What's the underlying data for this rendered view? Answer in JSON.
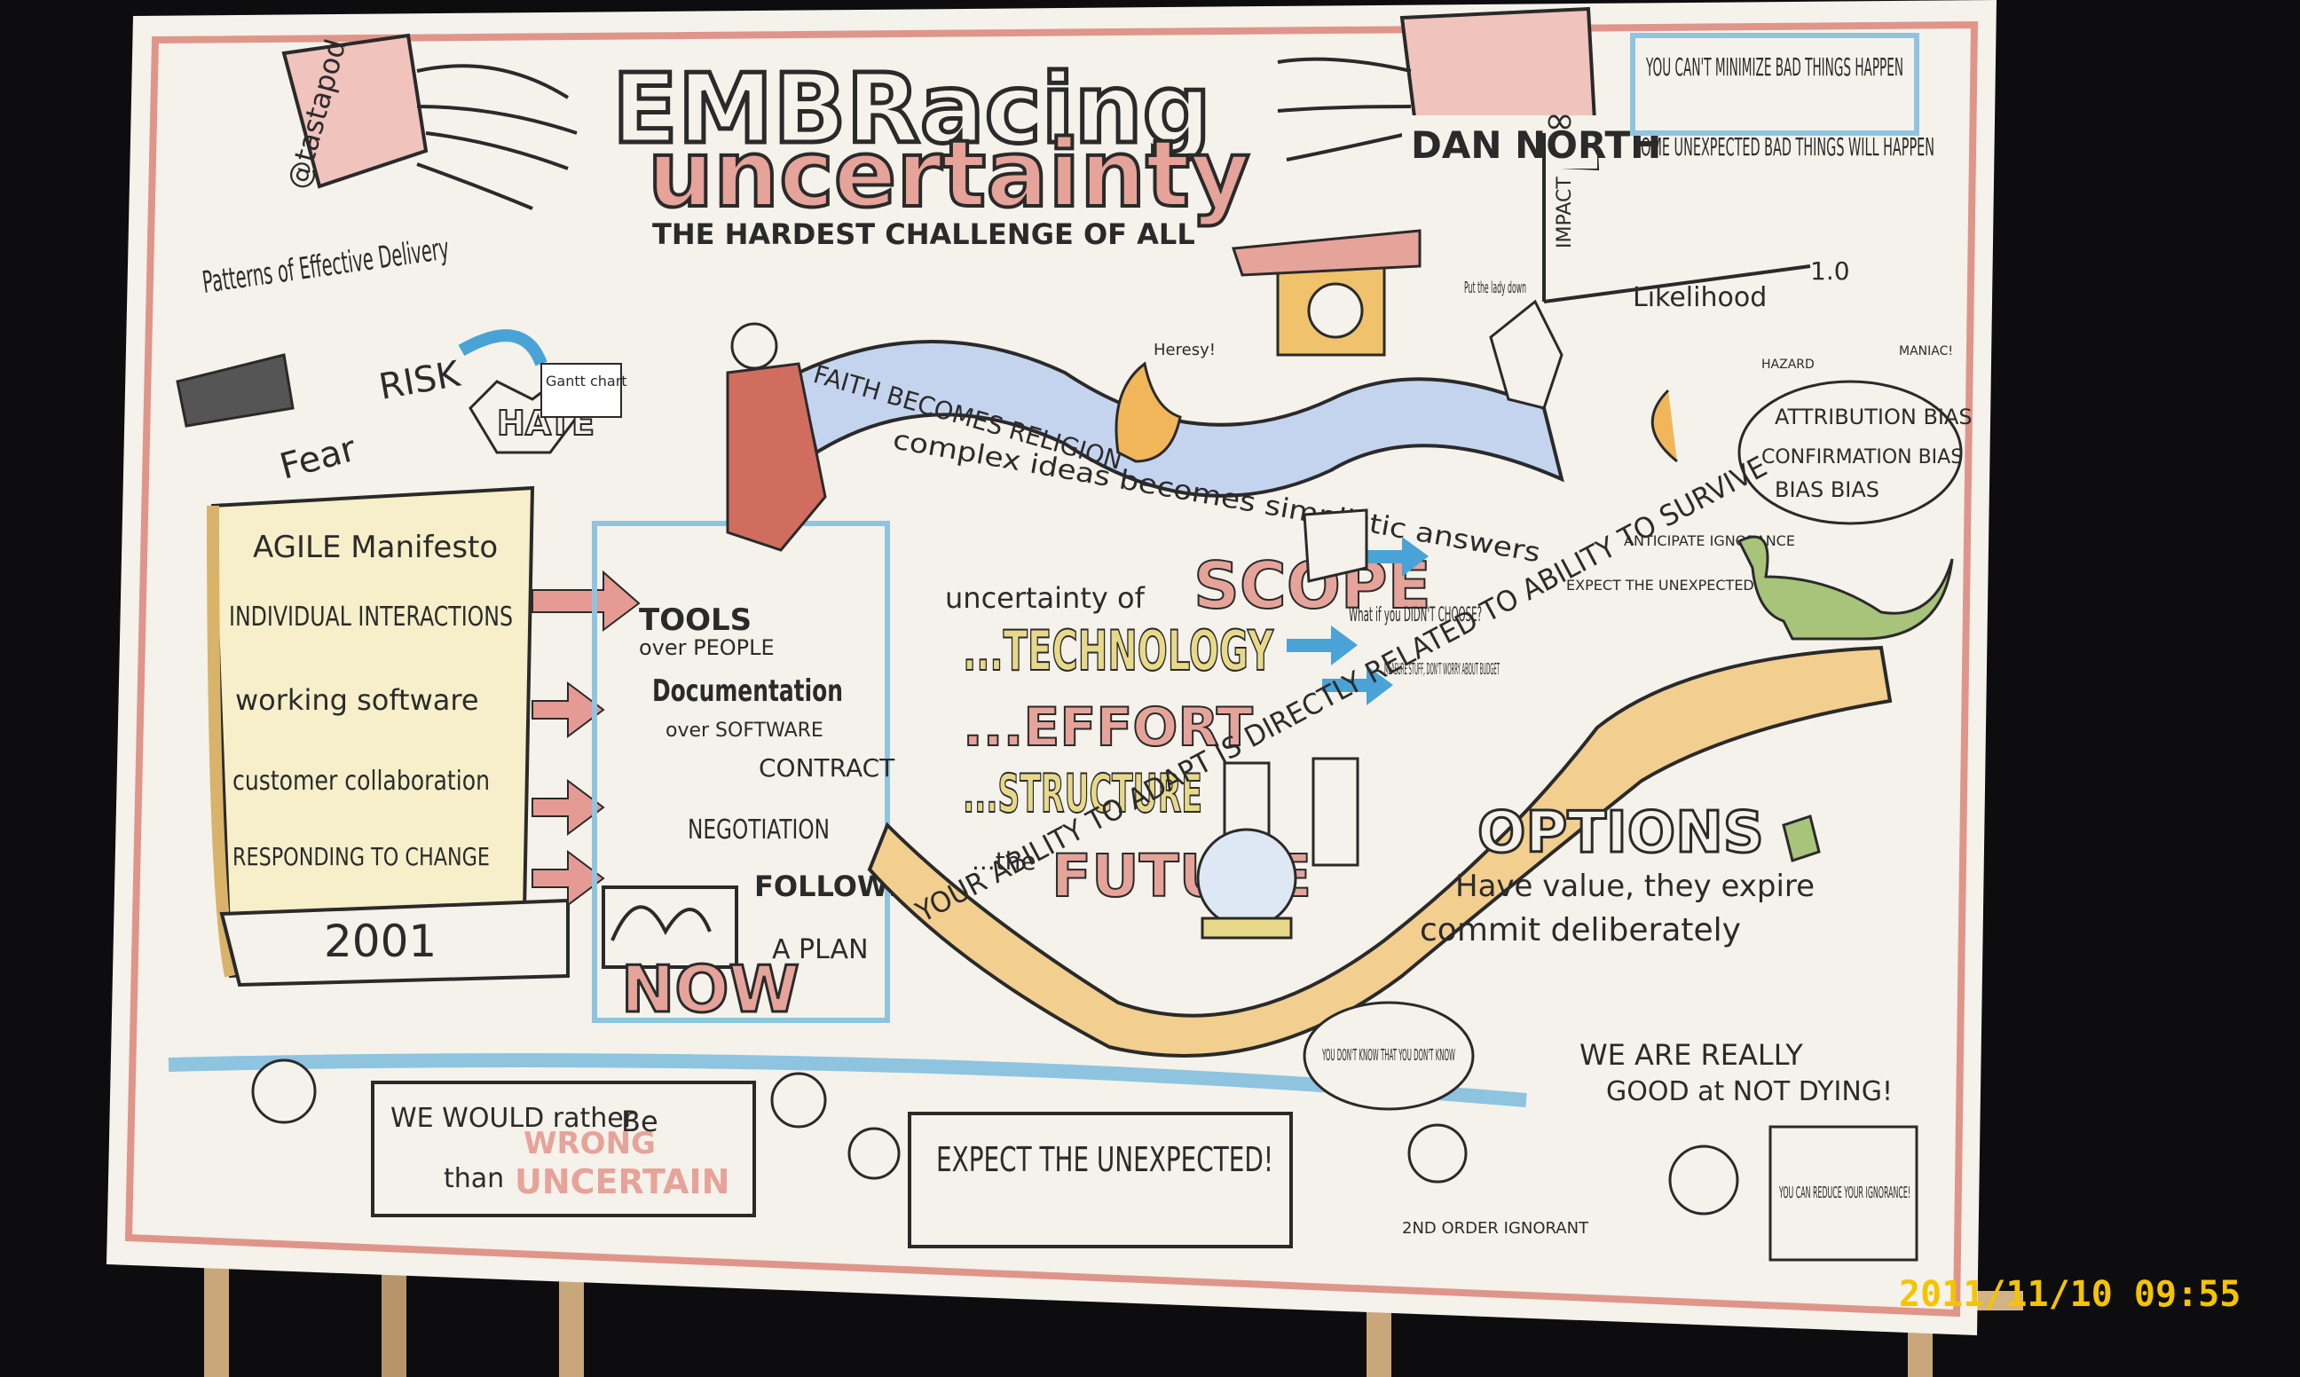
{
  "title": {
    "line1": "EMBRacing",
    "line2": "uncertainty",
    "subtitle": "THE HARDEST CHALLENGE OF ALL"
  },
  "authors": {
    "left": "@tastapod",
    "right": "DAN NORTH"
  },
  "patterns": {
    "heading": "Patterns of Effective Delivery",
    "fear": "Fear",
    "risk": "RISK",
    "hate": "HATE",
    "gantt": "Gantt chart"
  },
  "manifesto": {
    "title": "AGILE Manifesto",
    "items": [
      "INDIVIDUAL INTERACTIONS",
      "working software",
      "customer collaboration",
      "RESPONDING TO CHANGE"
    ],
    "year": "2001",
    "over": [
      {
        "a": "TOOLS",
        "b": "over PEOPLE"
      },
      {
        "a": "Documentation",
        "b": "over SOFTWARE"
      },
      {
        "a": "CONTRACT",
        "b": "NEGOTIATION"
      },
      {
        "a": "FOLLOWING",
        "b": "A PLAN"
      }
    ],
    "now": "NOW"
  },
  "ribbon_top": {
    "seg1": "FAITH BECOMES RELIGION",
    "seg2": "complex ideas becomes simplistic answers",
    "heresy": "Heresy!",
    "put_lady": "Put the lady down"
  },
  "quadrant": {
    "note": "YOU CAN'T MINIMIZE BAD THINGS HAPPEN",
    "infinity": "∞",
    "text": "SOME UNEXPECTED BAD THINGS WILL HAPPEN",
    "y_label": "IMPACT",
    "x_label": "Likelihood",
    "x_max": "1.0"
  },
  "biases": {
    "hazard": "HAZARD",
    "maniac": "MANIAC!",
    "items": [
      "ATTRIBUTION BIAS",
      "CONFIRMATION BIAS",
      "BIAS BIAS"
    ],
    "anticipate": "ANTICIPATE IGNORANCE",
    "expect": "EXPECT THE UNEXPECTED"
  },
  "uncertainty": {
    "lead": "uncertainty of",
    "scope": "SCOPE",
    "technology": "...TECHNOLOGY",
    "effort": "...EFFORT",
    "structure": "...STRUCTURE",
    "future_pre": "...the",
    "future": "FUTURE",
    "what_if": "What if you DIDN'T CHOOSE?",
    "measure": "MEASURE STUFF, DON'T WORRY ABOUT BUDGET"
  },
  "ribbon_bottom": {
    "text": "YOUR ABILITY TO ADAPT IS DIRECTLY RELATED TO ABILITY TO SURVIVE"
  },
  "options": {
    "title": "OPTIONS",
    "line1": "Have value, they expire",
    "line2": "commit deliberately"
  },
  "bottom": {
    "banner1_a": "WE WOULD rather",
    "banner1_b": "Be",
    "banner1_c": "WRONG",
    "banner1_d": "than",
    "banner1_e": "UNCERTAIN",
    "banner2": "EXPECT THE UNEXPECTED!",
    "bubble1": "YOU DON'T KNOW THAT YOU DON'T KNOW",
    "second_order": "2ND ORDER IGNORANT",
    "really_a": "WE ARE REALLY",
    "really_b": "GOOD at NOT DYING!",
    "bubble2": "YOU CAN REDUCE YOUR IGNORANCE!"
  },
  "timestamp": "2011/11/10  09:55"
}
